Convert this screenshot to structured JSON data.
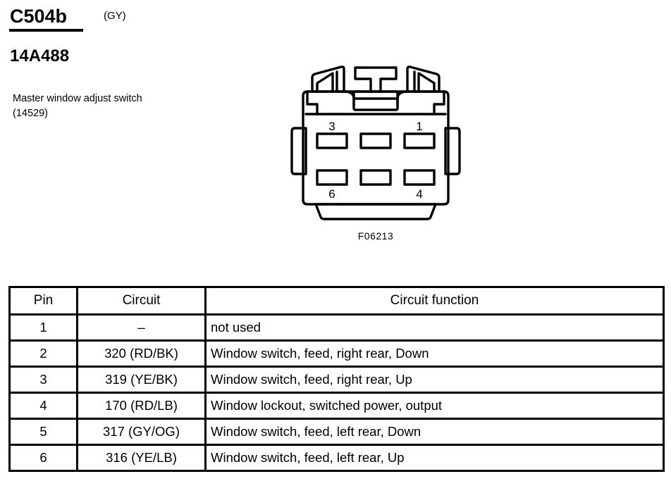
{
  "header": {
    "connector_id": "C504b",
    "connector_color_code": "(GY)",
    "part_number": "14A488",
    "component_description": "Master window adjust switch (14529)"
  },
  "connector_figure": {
    "caption": "F06213",
    "type": "6-cavity-connector-front-view",
    "cavity_count": 6,
    "cavity_labels": {
      "top_row": [
        "3",
        "",
        "1"
      ],
      "bottom_row": [
        "6",
        "",
        "4"
      ]
    },
    "visible_pin_labels": [
      "3",
      "1",
      "6",
      "4"
    ]
  },
  "pinout_table": {
    "columns": [
      "Pin",
      "Circuit",
      "Circuit function"
    ],
    "rows": [
      {
        "pin": "1",
        "circuit": "–",
        "function": "not used"
      },
      {
        "pin": "2",
        "circuit": "320 (RD/BK)",
        "function": "Window switch, feed, right rear, Down"
      },
      {
        "pin": "3",
        "circuit": "319 (YE/BK)",
        "function": "Window switch, feed, right rear, Up"
      },
      {
        "pin": "4",
        "circuit": "170 (RD/LB)",
        "function": "Window lockout, switched power, output"
      },
      {
        "pin": "5",
        "circuit": "317 (GY/OG)",
        "function": "Window switch, feed, left rear, Down"
      },
      {
        "pin": "6",
        "circuit": "316 (YE/LB)",
        "function": "Window switch, feed, left rear, Up"
      }
    ]
  },
  "colors": {
    "ink": "#000000",
    "paper": "#ffffff"
  }
}
